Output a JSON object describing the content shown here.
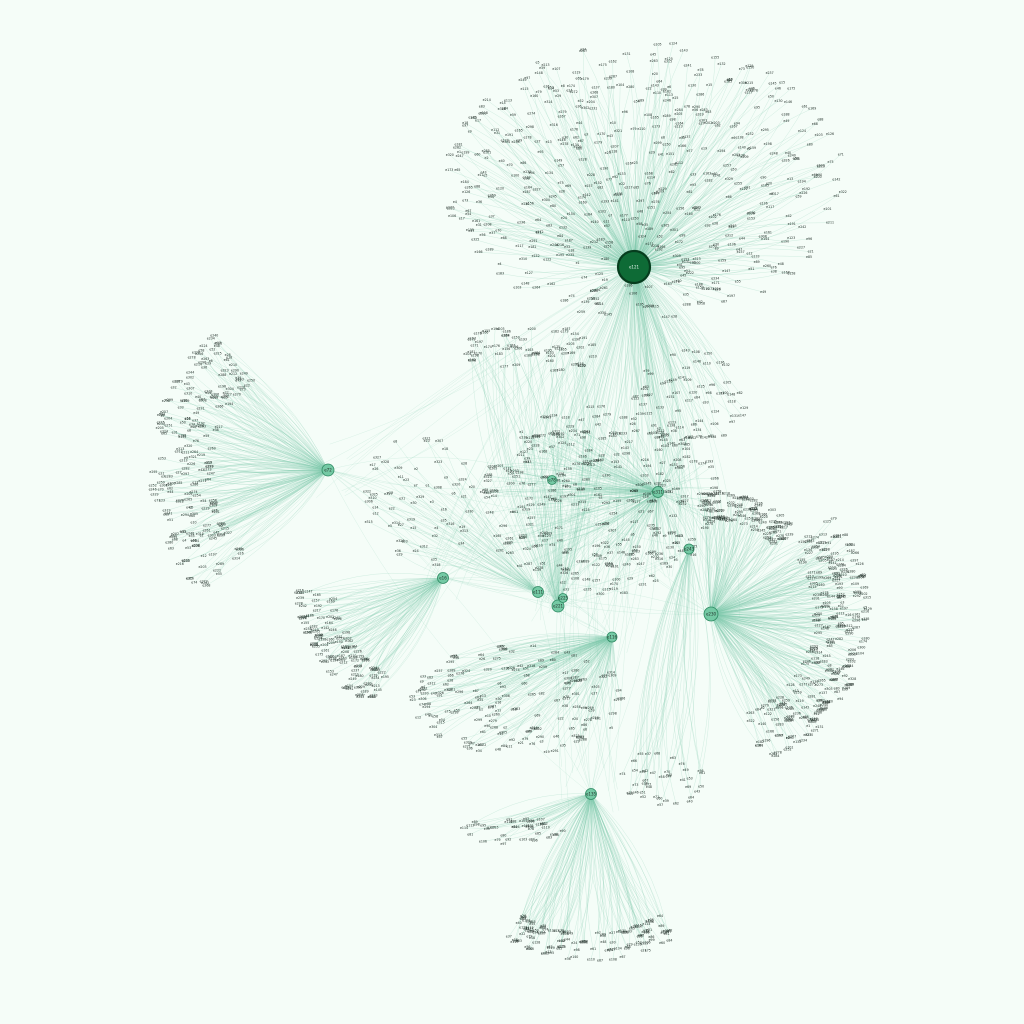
{
  "graph": {
    "colors": {
      "background": "#f5fdf8",
      "edge": "#7dc9ac",
      "node_fill": "#74c9a4",
      "node_stroke": "#2e8a62",
      "main_hub_fill": "#0e6b36",
      "main_hub_stroke": "#063d1e",
      "label": "#1d2a24",
      "hub_label_light": "#e6f7ee"
    },
    "hubs": [
      {
        "id": "main",
        "label": "e121",
        "size": 3.0
      },
      {
        "id": "left",
        "label": "e72",
        "size": 1.1
      },
      {
        "id": "right",
        "label": "e230",
        "size": 1.25
      },
      {
        "id": "center1",
        "label": "e221",
        "size": 1.05
      },
      {
        "id": "center2",
        "label": "e111",
        "size": 1.0
      },
      {
        "id": "center3",
        "label": "e16",
        "size": 1.0
      },
      {
        "id": "center4",
        "label": "e311",
        "size": 1.0
      },
      {
        "id": "center5",
        "label": "e243",
        "size": 0.95
      },
      {
        "id": "center6",
        "label": "e116",
        "size": 0.95
      },
      {
        "id": "lower",
        "label": "e135",
        "size": 1.0
      },
      {
        "id": "mid1",
        "label": "e78",
        "size": 0.9
      },
      {
        "id": "mid2",
        "label": "e225",
        "size": 0.9
      }
    ],
    "visible_labels": [
      "e1",
      "e2",
      "e3",
      "e4",
      "e5",
      "e6",
      "e7",
      "e8",
      "e9",
      "e10",
      "e11",
      "e12",
      "e13",
      "e14",
      "e15",
      "e16",
      "e17",
      "e18",
      "e19",
      "e20",
      "e21",
      "e22",
      "e23",
      "e24",
      "e25",
      "e26",
      "e27",
      "e28",
      "e29",
      "e30",
      "e31",
      "e32",
      "e33",
      "e34",
      "e35",
      "e36",
      "e37",
      "e38",
      "e39",
      "e40",
      "e41",
      "e42",
      "e43",
      "e44",
      "e45",
      "e46",
      "e47",
      "e48",
      "e49",
      "e50",
      "e51",
      "e52",
      "e53",
      "e54",
      "e55",
      "e56",
      "e57",
      "e58",
      "e59",
      "e60",
      "e61",
      "e62",
      "e63",
      "e64",
      "e65",
      "e66",
      "e67",
      "e68",
      "e69",
      "e70",
      "e71",
      "e73",
      "e74",
      "e75",
      "e76",
      "e77",
      "e78",
      "e79",
      "e80",
      "e81",
      "e82",
      "e83",
      "e84",
      "e85",
      "e86",
      "e87",
      "e88",
      "e89",
      "e90",
      "e91",
      "e92",
      "e93",
      "e94",
      "e95",
      "e96",
      "e97",
      "e98",
      "e99",
      "e100",
      "e101",
      "e102",
      "e103",
      "e104",
      "e105",
      "e106",
      "e107",
      "e108",
      "e109",
      "e110",
      "e112",
      "e113",
      "e114",
      "e115",
      "e117",
      "e118",
      "e119",
      "e120",
      "e122",
      "e123",
      "e124",
      "e125",
      "e126",
      "e127",
      "e128",
      "e129",
      "e130",
      "e131",
      "e132",
      "e133",
      "e134",
      "e136",
      "e137",
      "e138",
      "e139",
      "e140",
      "e141",
      "e142",
      "e143",
      "e144",
      "e145",
      "e146",
      "e147",
      "e148",
      "e149",
      "e150",
      "e151",
      "e152",
      "e153",
      "e154",
      "e155",
      "e156",
      "e157",
      "e158",
      "e159",
      "e160",
      "e161",
      "e162",
      "e163",
      "e164",
      "e165",
      "e166",
      "e167",
      "e168",
      "e169",
      "e170",
      "e171",
      "e172",
      "e173",
      "e174",
      "e175",
      "e176",
      "e177",
      "e178",
      "e179",
      "e180",
      "e181",
      "e182",
      "e183",
      "e184",
      "e185",
      "e186",
      "e187",
      "e188",
      "e189",
      "e190",
      "e191",
      "e192",
      "e193",
      "e194",
      "e195",
      "e196",
      "e197",
      "e198",
      "e199",
      "e200",
      "e201",
      "e202",
      "e203",
      "e204",
      "e205",
      "e206",
      "e207",
      "e208",
      "e209",
      "e210",
      "e211",
      "e212",
      "e213",
      "e214",
      "e215",
      "e216",
      "e217",
      "e218",
      "e219",
      "e220",
      "e222",
      "e223",
      "e224",
      "e226",
      "e227",
      "e228",
      "e229",
      "e231",
      "e232",
      "e233",
      "e234",
      "e235",
      "e236",
      "e237",
      "e238",
      "e239",
      "e240",
      "e241",
      "e242",
      "e244",
      "e245",
      "e246",
      "e247",
      "e248",
      "e249",
      "e250",
      "e251",
      "e252",
      "e253",
      "e254",
      "e255",
      "e256",
      "e257",
      "e258",
      "e259",
      "e260",
      "e261",
      "e262",
      "e263",
      "e264",
      "e265",
      "e266",
      "e267",
      "e268",
      "e269",
      "e270",
      "e271",
      "e272",
      "e273",
      "e274",
      "e275",
      "e276",
      "e277",
      "e278",
      "e279",
      "e280",
      "e281",
      "e282",
      "e283",
      "e284",
      "e285",
      "e286",
      "e287",
      "e288",
      "e289",
      "e290",
      "e291",
      "e292",
      "e293",
      "e294",
      "e295",
      "e296",
      "e297",
      "e298",
      "e299",
      "e300",
      "e301",
      "e302",
      "e303",
      "e304",
      "e305",
      "e306",
      "e307",
      "e308",
      "e309",
      "e310",
      "e312",
      "e313",
      "e314",
      "e315",
      "e316",
      "e317",
      "e318",
      "e319",
      "e320",
      "e321",
      "e322",
      "e323",
      "e324",
      "e325",
      "e326",
      "e327",
      "e328",
      "e329",
      "e330"
    ]
  }
}
